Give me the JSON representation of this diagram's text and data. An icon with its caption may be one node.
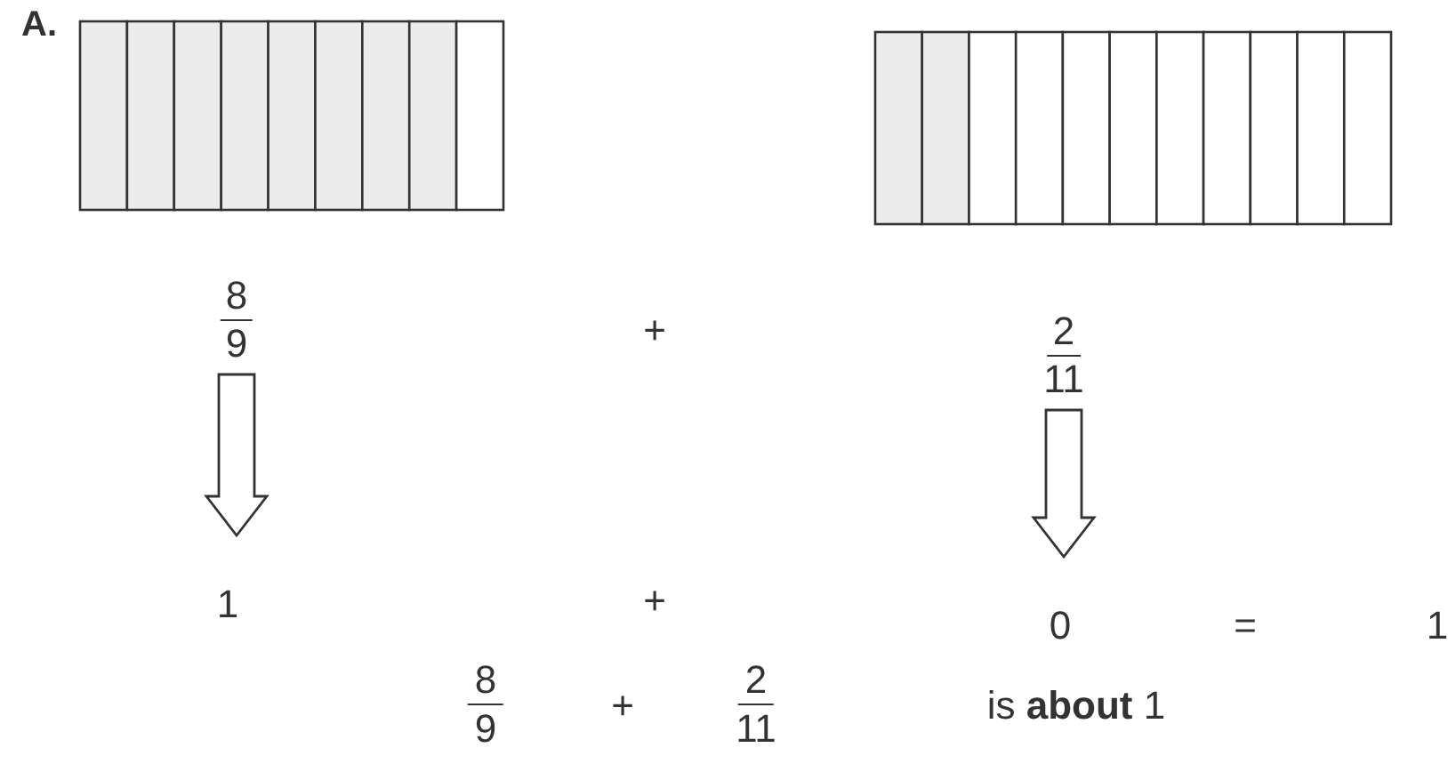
{
  "diagram": {
    "nodes": [
      {
        "text": [
          "8",
          "9"
        ]
      },
      {
        "text": [
          "2",
          "11"
        ]
      },
      {
        "text": [
          "1"
        ]
      },
      {
        "text": [
          "0"
        ]
      }
    ],
    "edges": [
      {
        "from": 0,
        "to": 2,
        "arrow": "to"
      },
      {
        "from": 1,
        "to": 3,
        "arrow": "to"
      }
    ],
    "labels": [
      "A.",
      "+",
      "+",
      "=",
      "1",
      "8",
      "9",
      "+",
      "2",
      "11",
      "is **about** 1"
    ]
  }
}
